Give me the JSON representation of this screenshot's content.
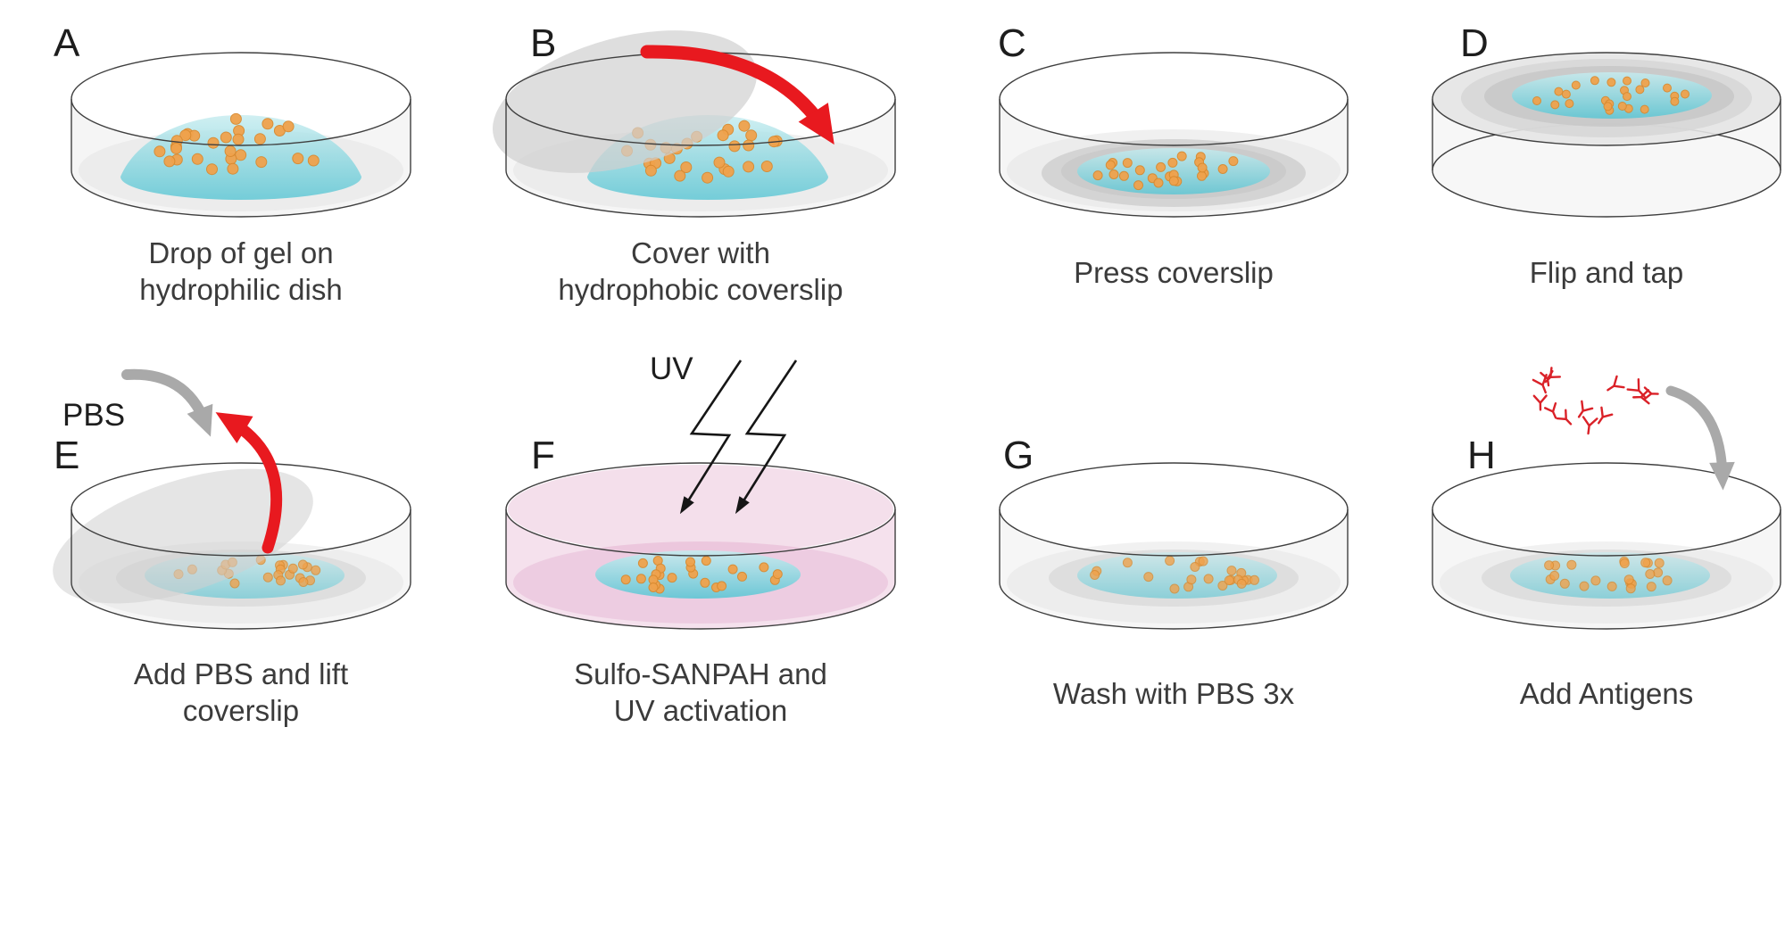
{
  "panels": [
    {
      "letter": "A",
      "type": "drop",
      "caption": [
        "Drop of gel on",
        "hydrophilic dish"
      ]
    },
    {
      "letter": "B",
      "type": "cover",
      "caption": [
        "Cover with",
        "hydrophobic coverslip"
      ]
    },
    {
      "letter": "C",
      "type": "press",
      "caption": [
        "Press coverslip"
      ]
    },
    {
      "letter": "D",
      "type": "flip",
      "caption": [
        "Flip and tap"
      ]
    },
    {
      "letter": "E",
      "type": "lift",
      "caption": [
        "Add PBS and lift",
        "coverslip"
      ],
      "labels": {
        "pbs": "PBS"
      }
    },
    {
      "letter": "F",
      "type": "uv",
      "caption": [
        "Sulfo-SANPAH and",
        "UV activation"
      ],
      "labels": {
        "uv": "UV"
      }
    },
    {
      "letter": "G",
      "type": "wash",
      "caption": [
        "Wash with PBS 3x"
      ]
    },
    {
      "letter": "H",
      "type": "antigens",
      "caption": [
        "Add Antigens"
      ]
    }
  ],
  "colors": {
    "gel_light": "#c6ecef",
    "gel_dark": "#5ac6d4",
    "bead": "#f0a24c",
    "bead_stroke": "#d98a30",
    "dish_stroke": "#3f3f3f",
    "coverslip_gray": "#d0d0d0",
    "red_arrow": "#e8191f",
    "gray_arrow": "#a9a9a9",
    "sanpah_pink": "#f3dcea",
    "antibody_red": "#da2128",
    "text": "#3b3b3b",
    "background": "#ffffff"
  }
}
